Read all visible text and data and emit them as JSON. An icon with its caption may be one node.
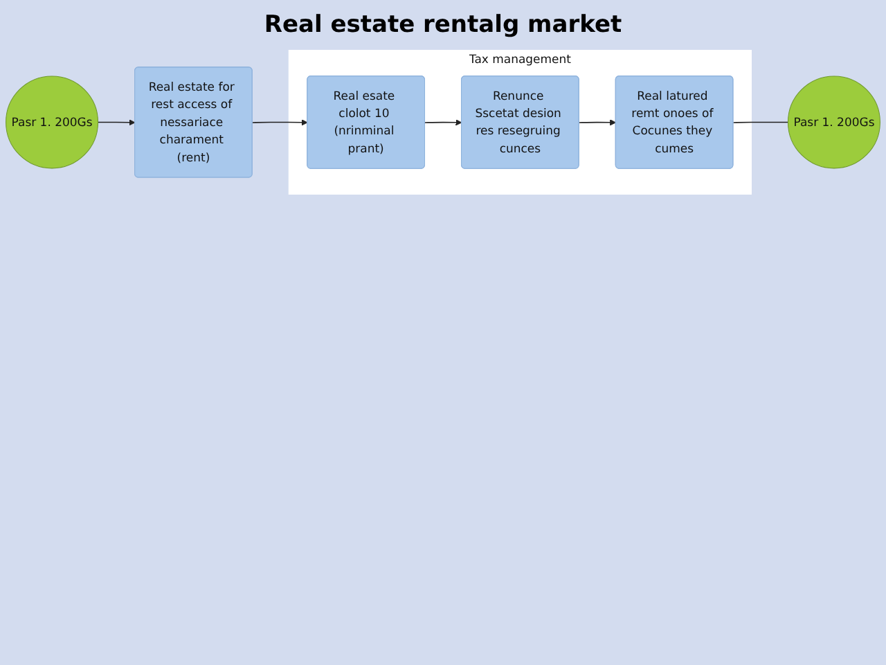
{
  "diagram": {
    "title": "Real estate rentalg market",
    "nodes": [
      {
        "text": [
          "Pasr 1. 200Gs"
        ]
      },
      {
        "text": [
          "Real estate for rest access of nessariace charament (rent)"
        ]
      },
      {
        "text": [
          "Pasr 1. 200Gs"
        ]
      },
      {
        "text": [
          "Tax management"
        ]
      },
      {
        "text": [
          "Real esate clolot 10 (nrinminal prant)"
        ],
        "in": 3
      },
      {
        "text": [
          "Renunce Sscetat desion res resegruing cunces"
        ],
        "in": 3
      },
      {
        "text": [
          "Real latured remt onoes of Cocunes they cumes"
        ],
        "in": 3
      }
    ],
    "edges": [
      {
        "from": 0,
        "to": 1,
        "arrow": "to"
      },
      {
        "from": 1,
        "to": 4,
        "arrow": "to"
      },
      {
        "from": 4,
        "to": 5,
        "arrow": "to"
      },
      {
        "from": 5,
        "to": 6,
        "arrow": "to"
      },
      {
        "from": 6,
        "to": 2,
        "arrow": "none"
      }
    ]
  }
}
